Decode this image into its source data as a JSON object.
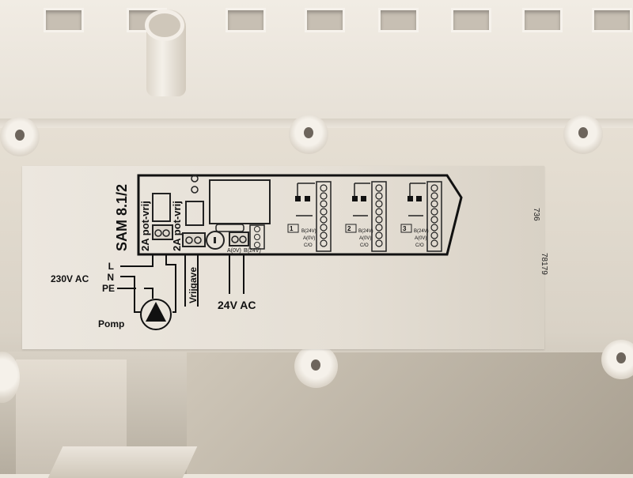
{
  "scene": {
    "description": "Inside of a white plastic enclosure with a printed wiring label",
    "colors": {
      "plastic": "#ece6dc",
      "label": "#e7e1d8",
      "ink": "#111111",
      "shadow": "#b5ad9f"
    }
  },
  "label": {
    "model": "SAM 8.1/2",
    "relay_left": "2A pot-vrij",
    "relay_right": "2A pot-vrij",
    "vrijgave": "Vrijgave",
    "power_24v": "24V AC",
    "terminal_a": "A(0V)",
    "terminal_b": "B(24V)",
    "mains": {
      "title": "230V AC",
      "L": "L",
      "N": "N",
      "PE": "PE"
    },
    "pump": "Pomp",
    "zones": [
      {
        "number": "1",
        "b": "B(24V)",
        "a": "A(0V)",
        "co": "C/O"
      },
      {
        "number": "2",
        "b": "B(24V)",
        "a": "A(0V)",
        "co": "C/O"
      },
      {
        "number": "3",
        "b": "B(24V)",
        "a": "A(0V)",
        "co": "C/O"
      }
    ],
    "code_top": "736",
    "code_bottom": "78179"
  }
}
